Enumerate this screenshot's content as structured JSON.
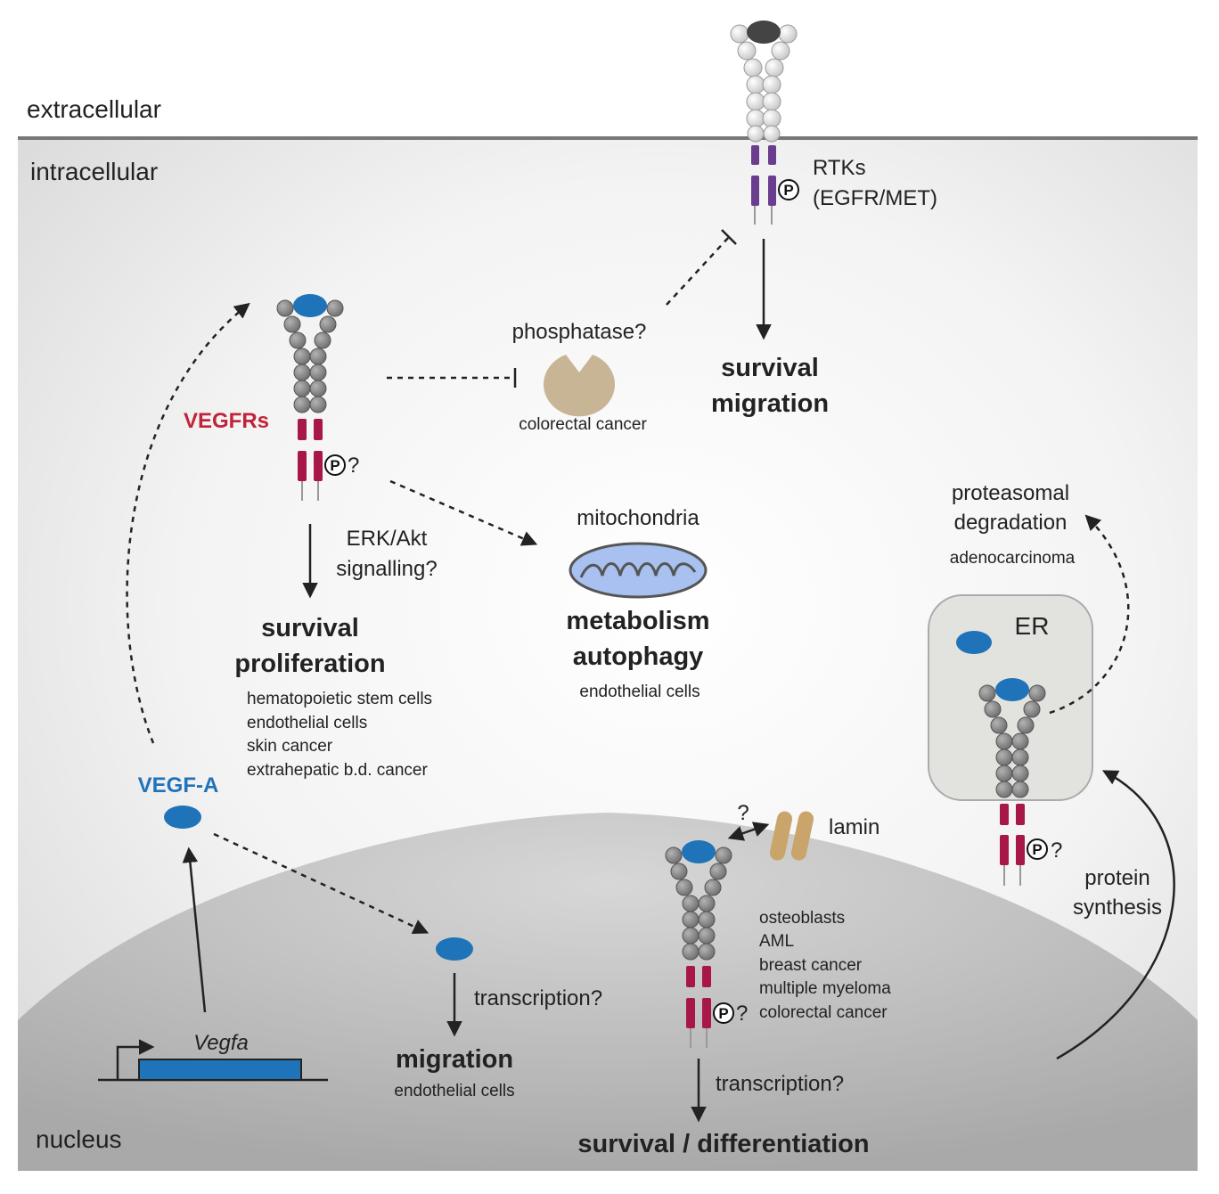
{
  "regions": {
    "extracellular": "extracellular",
    "intracellular": "intracellular",
    "nucleus": "nucleus"
  },
  "rtk": {
    "label_line1": "RTKs",
    "label_line2": "(EGFR/MET)",
    "phospho": "P",
    "outcome_line1": "survival",
    "outcome_line2": "migration"
  },
  "phosphatase": {
    "label": "phosphatase?",
    "context": "colorectal cancer"
  },
  "vegfr_surface": {
    "label": "VEGFRs",
    "phospho": "P",
    "question": "?",
    "signalling_line1": "ERK/Akt",
    "signalling_line2": "signalling?",
    "outcome_line1": "survival",
    "outcome_line2": "proliferation",
    "contexts": [
      "hematopoietic stem cells",
      "endothelial cells",
      "skin cancer",
      "extrahepatic b.d. cancer"
    ]
  },
  "mitochondria": {
    "label": "mitochondria",
    "outcome_line1": "metabolism",
    "outcome_line2": "autophagy",
    "context": "endothelial cells"
  },
  "er": {
    "label": "ER",
    "phospho": "P",
    "question": "?",
    "degradation_line1": "proteasomal",
    "degradation_line2": "degradation",
    "degradation_context": "adenocarcinoma",
    "synthesis_line1": "protein",
    "synthesis_line2": "synthesis"
  },
  "vegfa": {
    "label": "VEGF-A",
    "gene": "Vegfa",
    "transcription": "transcription?",
    "outcome": "migration",
    "context": "endothelial cells"
  },
  "nuclear_vegfr": {
    "question": "?",
    "lamin": "lamin",
    "phospho": "P",
    "phospho_question": "?",
    "contexts": [
      "osteoblasts",
      "AML",
      "breast cancer",
      "multiple myeloma",
      "colorectal cancer"
    ],
    "transcription": "transcription?",
    "outcome": "survival / differentiation"
  },
  "colors": {
    "vegfr_red": "#c0243a",
    "vegfa_blue": "#1f73b8",
    "rtk_purple": "#6a3d8f",
    "phosphatase_tan": "#c8b595",
    "lamin_tan": "#c9a56c",
    "mito_blue": "#a9c1f0",
    "nucleus_gray": "#c6c6c6"
  }
}
